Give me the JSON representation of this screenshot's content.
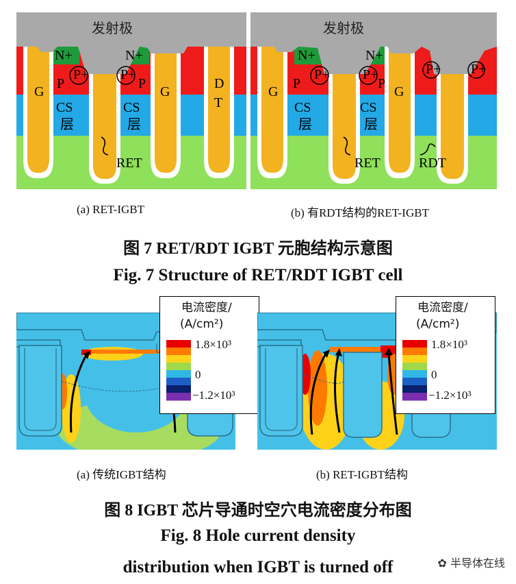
{
  "figure7": {
    "panel_a": {
      "emitter": "发射极",
      "labels": {
        "n_left": "N+",
        "n_right": "N+",
        "p_left": "P",
        "p_right": "P",
        "p_plus": "P+",
        "cs_left": "CS",
        "cs_left2": "层",
        "cs_right": "CS",
        "cs_right2": "层",
        "gate_left": "G",
        "gate_right": "G",
        "dt_d": "D",
        "dt_t": "T",
        "ret": "RET"
      },
      "caption": "(a)  RET-IGBT"
    },
    "panel_b": {
      "emitter": "发射极",
      "labels": {
        "n_left": "N+",
        "n_right": "N+",
        "p_left": "P",
        "p_right": "P",
        "p_plus": "P+",
        "cs_left": "CS",
        "cs_left2": "层",
        "cs_right": "CS",
        "cs_right2": "层",
        "gate_left": "G",
        "gate_right": "G",
        "ret": "RET",
        "rdt": "RDT"
      },
      "caption": "(b)  有RDT结构的RET-IGBT"
    },
    "caption_cn": "图 7    RET/RDT IGBT 元胞结构示意图",
    "caption_en": "Fig. 7    Structure of RET/RDT IGBT cell"
  },
  "figure8": {
    "legend": {
      "title_line1": "电流密度/",
      "title_line2": "(A/cm²)",
      "tick_top": "1.8×10³",
      "tick_mid": "0",
      "tick_bottom": "−1.2×10³",
      "colors": [
        "#e80000",
        "#ff7a00",
        "#ffd21a",
        "#9fd94a",
        "#2fb8e6",
        "#1c5fc7",
        "#0a1f6e",
        "#7a2fb0"
      ]
    },
    "panel_a_caption": "(a)  传统IGBT结构",
    "panel_b_caption": "(b)  RET-IGBT结构",
    "caption_cn": "图 8    IGBT 芯片导通时空穴电流密度分布图",
    "caption_en_line1": "Fig. 8    Hole current density",
    "caption_en_line2": "distribution when IGBT is turned off"
  },
  "watermark": "半导体在线"
}
